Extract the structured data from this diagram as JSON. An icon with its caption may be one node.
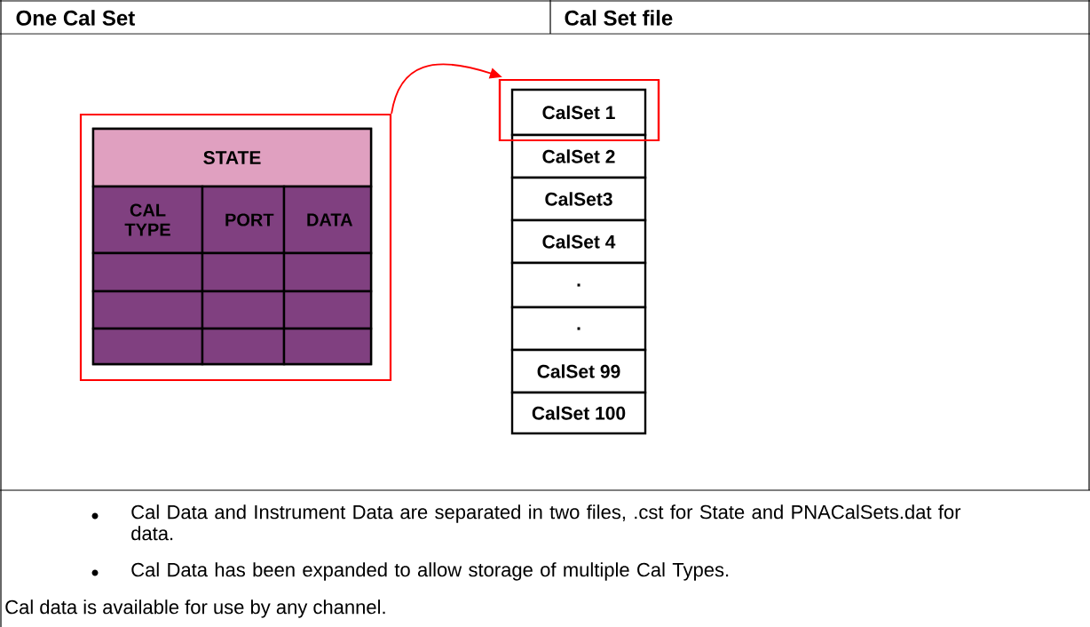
{
  "diagram": {
    "nodes": [
      {
        "text": [],
        "shape": "box"
      },
      {
        "text": [
          "STATE",
          "CAL TYPE",
          "PORT",
          "DATA"
        ],
        "in": 0
      },
      {
        "text": [],
        "shape": "box"
      },
      {
        "text": [
          "CalSet 1"
        ],
        "in": 2
      },
      {
        "text": [
          "CalSet 2"
        ]
      },
      {
        "text": [
          "CalSet3"
        ]
      },
      {
        "text": [
          "CalSet 4"
        ]
      },
      {
        "text": [
          "."
        ]
      },
      {
        "text": [
          "."
        ]
      },
      {
        "text": [
          "CalSet 99"
        ]
      },
      {
        "text": [
          "CalSet 100"
        ]
      }
    ],
    "edges": [
      {
        "from": 0,
        "to": 2,
        "arrow": "to"
      }
    ],
    "labels": [
      "One Cal Set",
      "Cal Set file",
      "Cal Data and Instrument Data are separated in two files, .cst for State and PNACalSets.dat for data.",
      "Cal Data has been expanded to allow storage of multiple Cal Types.",
      "Cal data is available for use by any channel."
    ]
  }
}
